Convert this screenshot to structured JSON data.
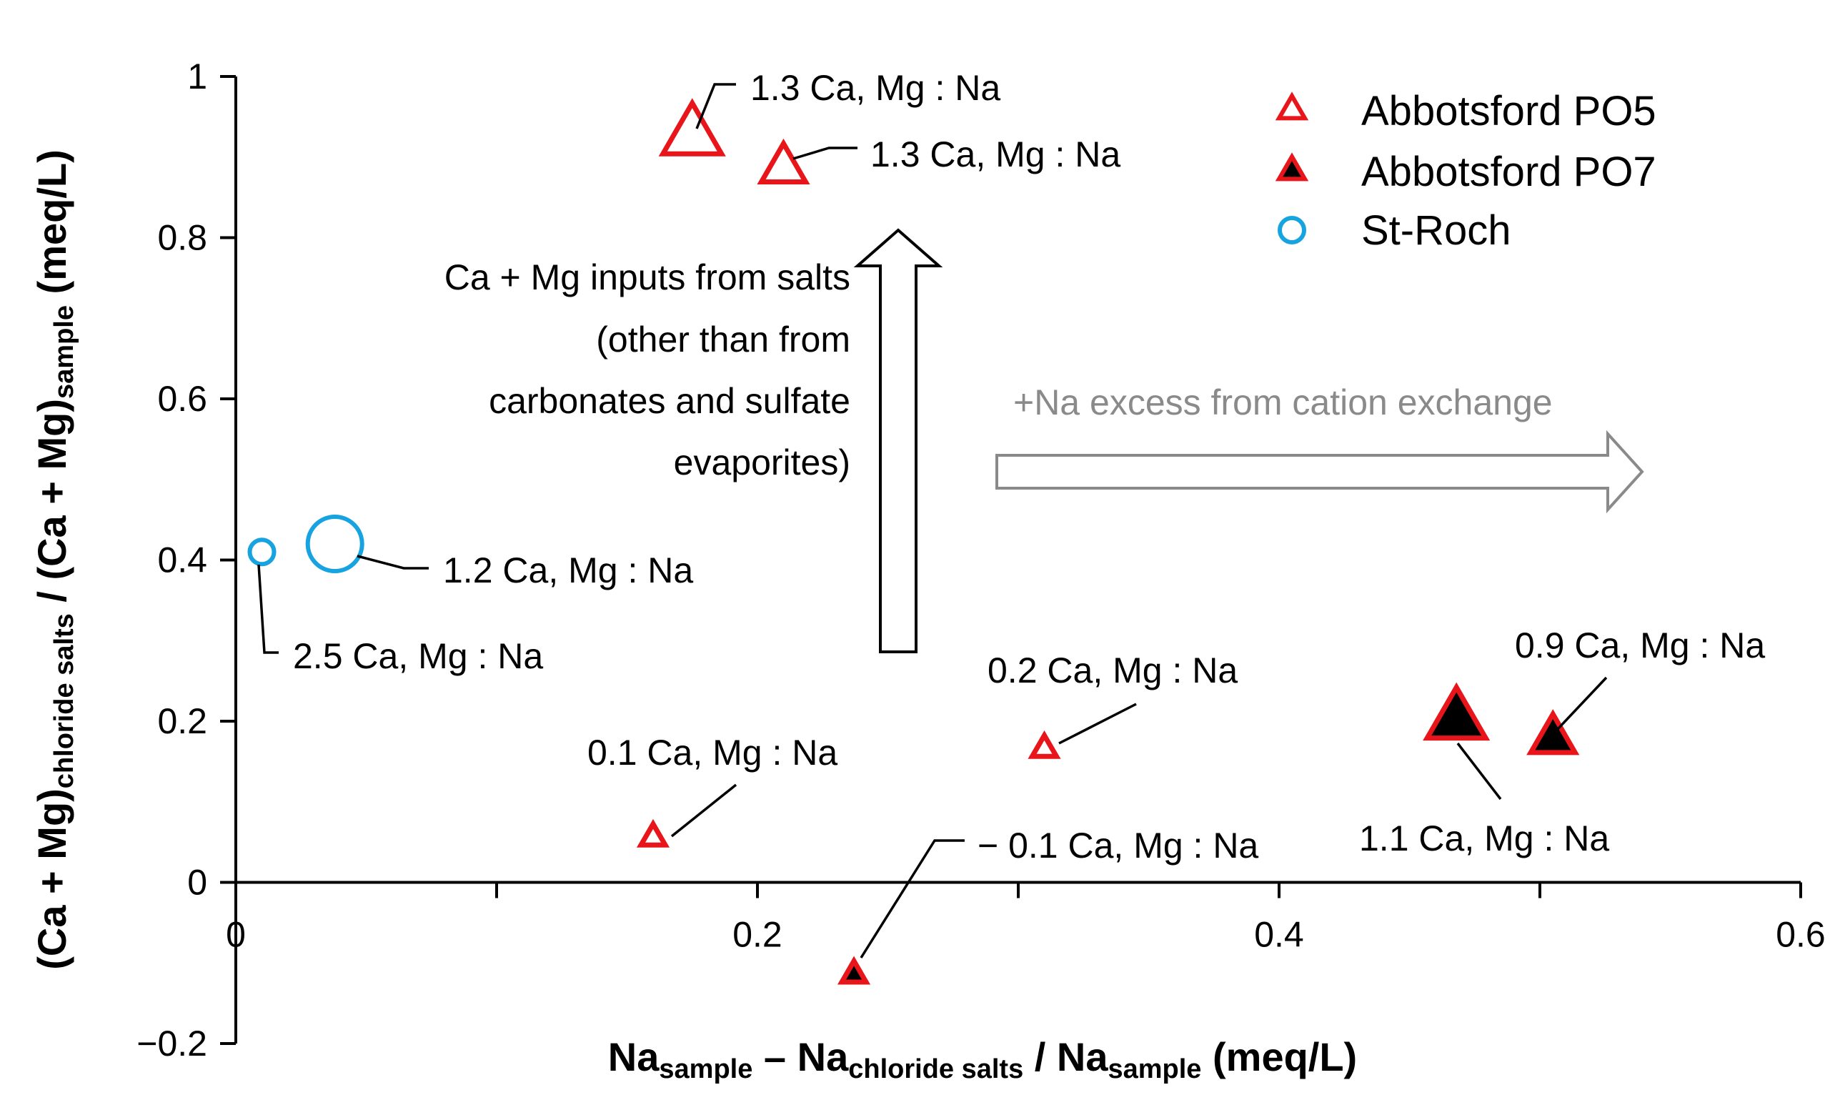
{
  "chart_data": {
    "type": "scatter",
    "x_axis": {
      "label_parts": [
        "Na",
        "sample",
        " – Na",
        "chloride salts",
        " / Na",
        "sample",
        " (meq/L)"
      ],
      "range": [
        0,
        0.6
      ],
      "ticks": [
        0,
        0.1,
        0.2,
        0.3,
        0.4,
        0.5,
        0.6
      ],
      "tick_labels": [
        "0",
        "",
        "0.2",
        "",
        "0.4",
        "",
        "0.6"
      ]
    },
    "y_axis": {
      "label_parts": [
        "(Ca + Mg)",
        "chloride salts",
        " / (Ca + Mg)",
        "sample",
        " (meq/L)"
      ],
      "range": [
        -0.2,
        1
      ],
      "ticks": [
        -0.2,
        0,
        0.2,
        0.4,
        0.6,
        0.8,
        1
      ],
      "tick_labels": [
        "−0.2",
        "0",
        "0.2",
        "0.4",
        "0.6",
        "0.8",
        "1"
      ]
    },
    "legend": {
      "position": "top-right",
      "entries": [
        {
          "name": "Abbotsford PO5",
          "marker": "triangle-open",
          "color": "#e8151b"
        },
        {
          "name": "Abbotsford PO7",
          "marker": "triangle-filled",
          "color": "#e8151b",
          "fill": "#000000"
        },
        {
          "name": "St-Roch",
          "marker": "circle-open",
          "color": "#17a3e0"
        }
      ]
    },
    "series": [
      {
        "name": "Abbotsford PO5",
        "points": [
          {
            "x": 0.175,
            "y": 0.925,
            "size": "large",
            "label": "1.3 Ca, Mg : Na"
          },
          {
            "x": 0.21,
            "y": 0.885,
            "size": "medium",
            "label": "1.3 Ca, Mg : Na"
          },
          {
            "x": 0.16,
            "y": 0.055,
            "size": "small",
            "label": "0.1 Ca, Mg : Na"
          },
          {
            "x": 0.31,
            "y": 0.165,
            "size": "small",
            "label": "0.2 Ca, Mg : Na"
          }
        ]
      },
      {
        "name": "Abbotsford PO7",
        "points": [
          {
            "x": 0.237,
            "y": -0.115,
            "size": "small",
            "label": "− 0.1 Ca, Mg : Na"
          },
          {
            "x": 0.468,
            "y": 0.2,
            "size": "large",
            "label": "1.1 Ca, Mg : Na"
          },
          {
            "x": 0.505,
            "y": 0.177,
            "size": "medium",
            "label": "0.9 Ca, Mg : Na"
          }
        ]
      },
      {
        "name": "St-Roch",
        "points": [
          {
            "x": 0.01,
            "y": 0.41,
            "size": "small",
            "label": "2.5 Ca, Mg : Na"
          },
          {
            "x": 0.038,
            "y": 0.42,
            "size": "large",
            "label": "1.2 Ca, Mg : Na"
          }
        ]
      }
    ],
    "annotations": {
      "vertical_arrow_text": [
        "Ca + Mg inputs from salts",
        "(other than from",
        "carbonates and sulfate",
        "evaporites)"
      ],
      "horizontal_arrow_text": "+Na excess from cation exchange"
    },
    "colors": {
      "triangle_edge": "#e8151b",
      "triangle_fill_po7": "#000000",
      "circle_edge": "#17a3e0",
      "arrow_gray": "#8a8a8a"
    }
  }
}
